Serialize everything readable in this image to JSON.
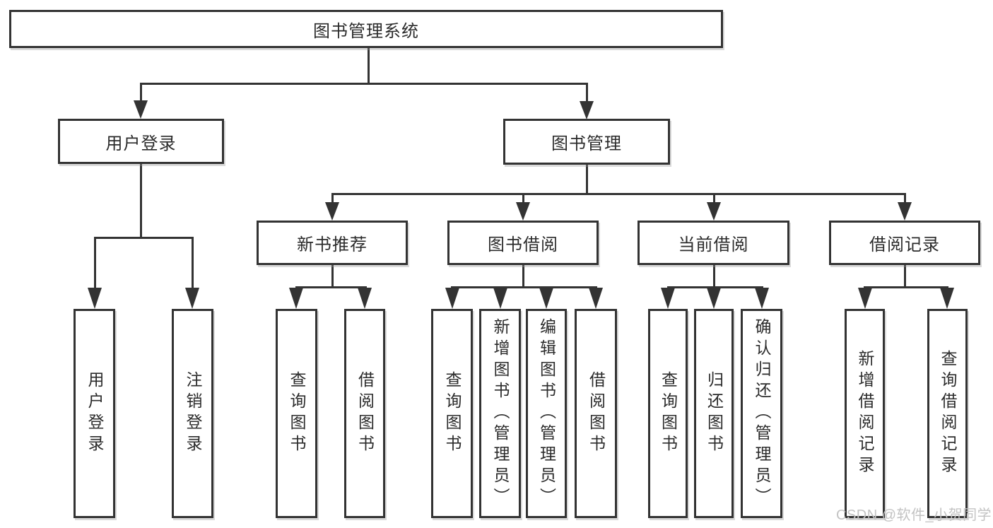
{
  "diagram": {
    "type": "hierarchy",
    "nodes": {
      "root": "图书管理系统",
      "level2": [
        "用户登录",
        "图书管理"
      ],
      "level3": [
        "新书推荐",
        "图书借阅",
        "当前借阅",
        "借阅记录"
      ],
      "leaves": [
        "用户登录",
        "注销登录",
        "查询图书",
        "借阅图书",
        "查询图书",
        "新增图书（管理员）",
        "编辑图书（管理员）",
        "借阅图书",
        "查询图书",
        "归还图书",
        "确认归还（管理员）",
        "新增借阅记录",
        "查询借阅记录"
      ]
    },
    "edges": [
      {
        "from": "图书管理系统",
        "to": [
          "用户登录",
          "图书管理"
        ]
      },
      {
        "from": "用户登录",
        "to": [
          "用户登录",
          "注销登录"
        ]
      },
      {
        "from": "图书管理",
        "to": [
          "新书推荐",
          "图书借阅",
          "当前借阅",
          "借阅记录"
        ]
      },
      {
        "from": "新书推荐",
        "to": [
          "查询图书",
          "借阅图书"
        ]
      },
      {
        "from": "图书借阅",
        "to": [
          "查询图书",
          "新增图书（管理员）",
          "编辑图书（管理员）",
          "借阅图书"
        ]
      },
      {
        "from": "当前借阅",
        "to": [
          "查询图书",
          "归还图书",
          "确认归还（管理员）"
        ]
      },
      {
        "from": "借阅记录",
        "to": [
          "新增借阅记录",
          "查询借阅记录"
        ]
      }
    ],
    "colors": {
      "line": "#333333",
      "box_fill": "#ffffff",
      "text": "#2b2b2b",
      "watermark": "#c3c3c3"
    }
  },
  "watermark": "CSDN @软件_小贺同学"
}
